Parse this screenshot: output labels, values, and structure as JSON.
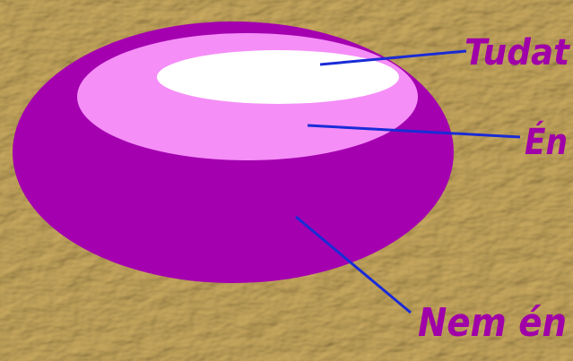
{
  "labels": {
    "tudat": "Tudat",
    "en": "Én",
    "nem_en": "Nem én"
  },
  "colors": {
    "background": "#d9c48f",
    "outer": "#a400b0",
    "middle": "#f58ef7",
    "inner": "#ffffff",
    "leader_lines": "#1a2bd6",
    "label_text": "#a000a8"
  }
}
